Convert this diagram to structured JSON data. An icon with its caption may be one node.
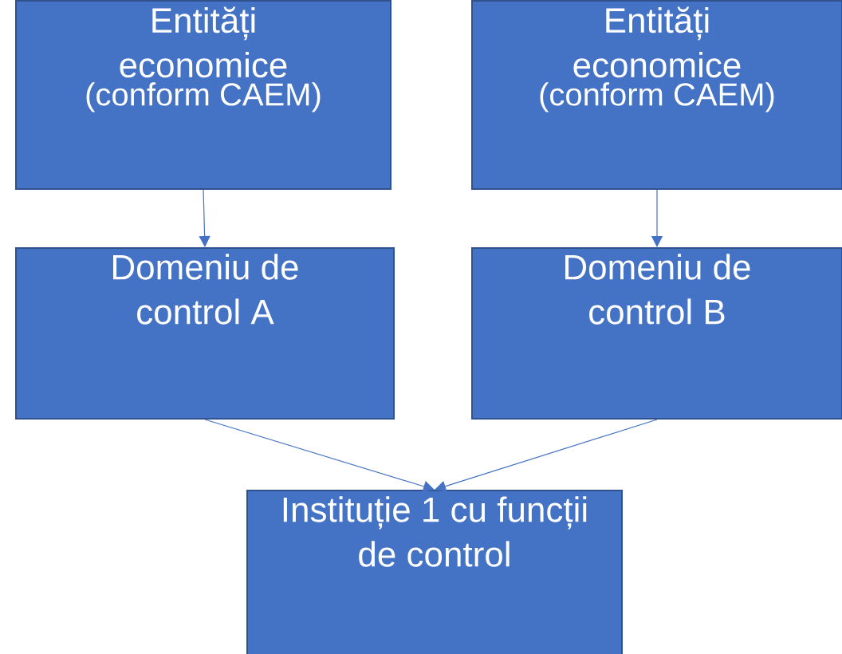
{
  "diagram": {
    "nodes": [
      {
        "text": [
          "Entități economice",
          "(conform CAEM)"
        ]
      },
      {
        "text": [
          "Entități economice",
          "(conform CAEM)"
        ]
      },
      {
        "text": [
          "Domeniu de control A"
        ]
      },
      {
        "text": [
          "Domeniu de control B"
        ]
      },
      {
        "text": [
          "Instituție  1 cu funcții de control"
        ]
      }
    ],
    "edges": [
      {
        "from": 0,
        "to": 2,
        "arrow": "to"
      },
      {
        "from": 1,
        "to": 3,
        "arrow": "to"
      },
      {
        "from": 2,
        "to": 4,
        "arrow": "to"
      },
      {
        "from": 3,
        "to": 4,
        "arrow": "to"
      }
    ]
  }
}
